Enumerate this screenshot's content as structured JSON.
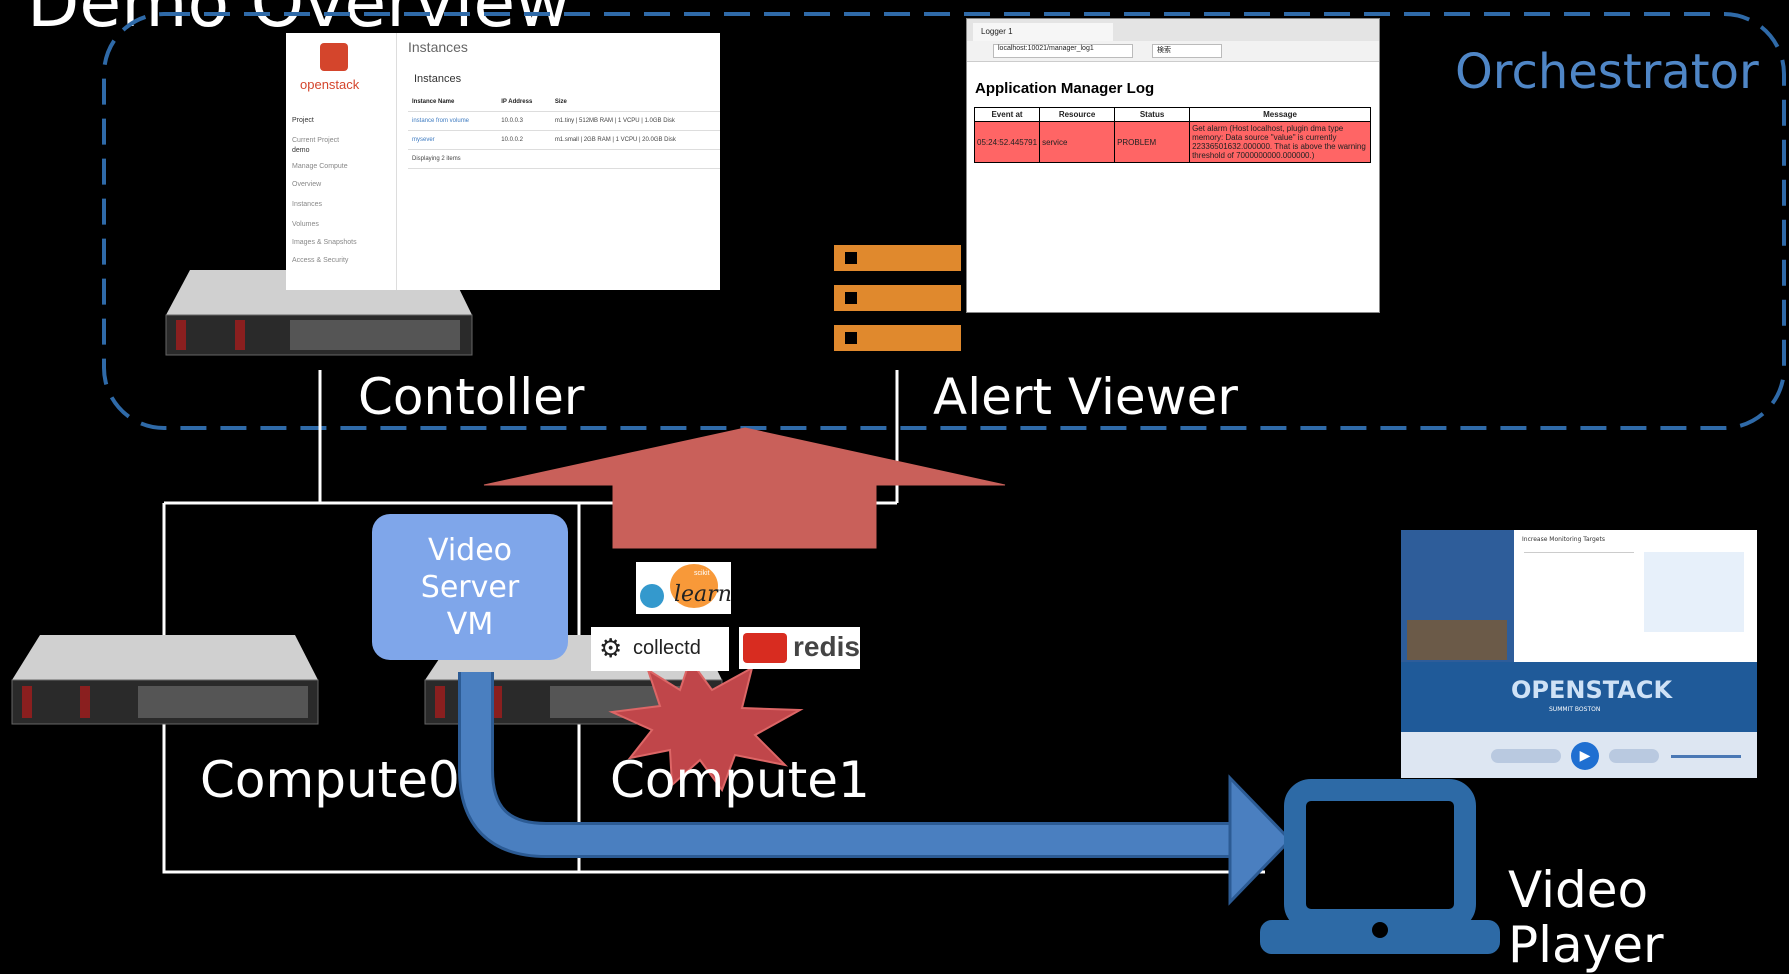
{
  "title": "Demo Overview",
  "orchestrator_label": "Orchestrator",
  "nodes": {
    "controller": "Contoller",
    "alert_viewer": "Alert Viewer",
    "compute0": "Compute0",
    "compute1": "Compute1",
    "video_player_line1": "Video",
    "video_player_line2": "Player"
  },
  "vm": {
    "line1": "Video",
    "line2": "Server",
    "line3": "VM"
  },
  "logos": {
    "scikit": "learn",
    "scikit_small": "scikit",
    "collectd": "collectd",
    "redis": "redis"
  },
  "openstack": {
    "logo": "openstack",
    "page_header": "Instances",
    "sub_header": "Instances",
    "nav": [
      "Project",
      "Current Project",
      "demo",
      "Manage Compute",
      "Overview",
      "Instances",
      "Volumes",
      "Images & Snapshots",
      "Access & Security"
    ],
    "columns": [
      "Instance Name",
      "IP Address",
      "Size"
    ],
    "rows": [
      [
        "instance from volume",
        "10.0.0.3",
        "m1.tiny | 512MB RAM | 1 VCPU | 1.0GB Disk"
      ],
      [
        "mysever",
        "10.0.0.2",
        "m1.small | 2GB RAM | 1 VCPU | 20.0GB Disk"
      ]
    ],
    "footer": "Displaying 2 items"
  },
  "log_window": {
    "tab": "Logger 1",
    "url": "localhost:10021/manager_log1",
    "search": "検索",
    "heading": "Application Manager Log",
    "columns": [
      "Event at",
      "Resource",
      "Status",
      "Message"
    ],
    "row": {
      "event_at": "05:24:52.445791",
      "resource": "service",
      "status": "PROBLEM",
      "message": "Get alarm (Host localhost, plugin dma type memory: Data source \"value\" is currently 22336501632.000000. That is above the warning threshold of 7000000000.000000.)"
    }
  },
  "video_player": {
    "slide_title": "Increase Monitoring Targets",
    "brand": "OPENSTACK",
    "brand_sub": "SUMMIT BOSTON"
  },
  "colors": {
    "dashed_border": "#2f6aa8",
    "orchestrator_text": "#4f86c6",
    "vm_box": "#7fa6ea",
    "up_arrow": "#c9605a",
    "flow_arrow": "#4a7fc0",
    "burst": "#c0464a",
    "laptop": "#2d6aa6",
    "alert_row": "#ff6565"
  }
}
